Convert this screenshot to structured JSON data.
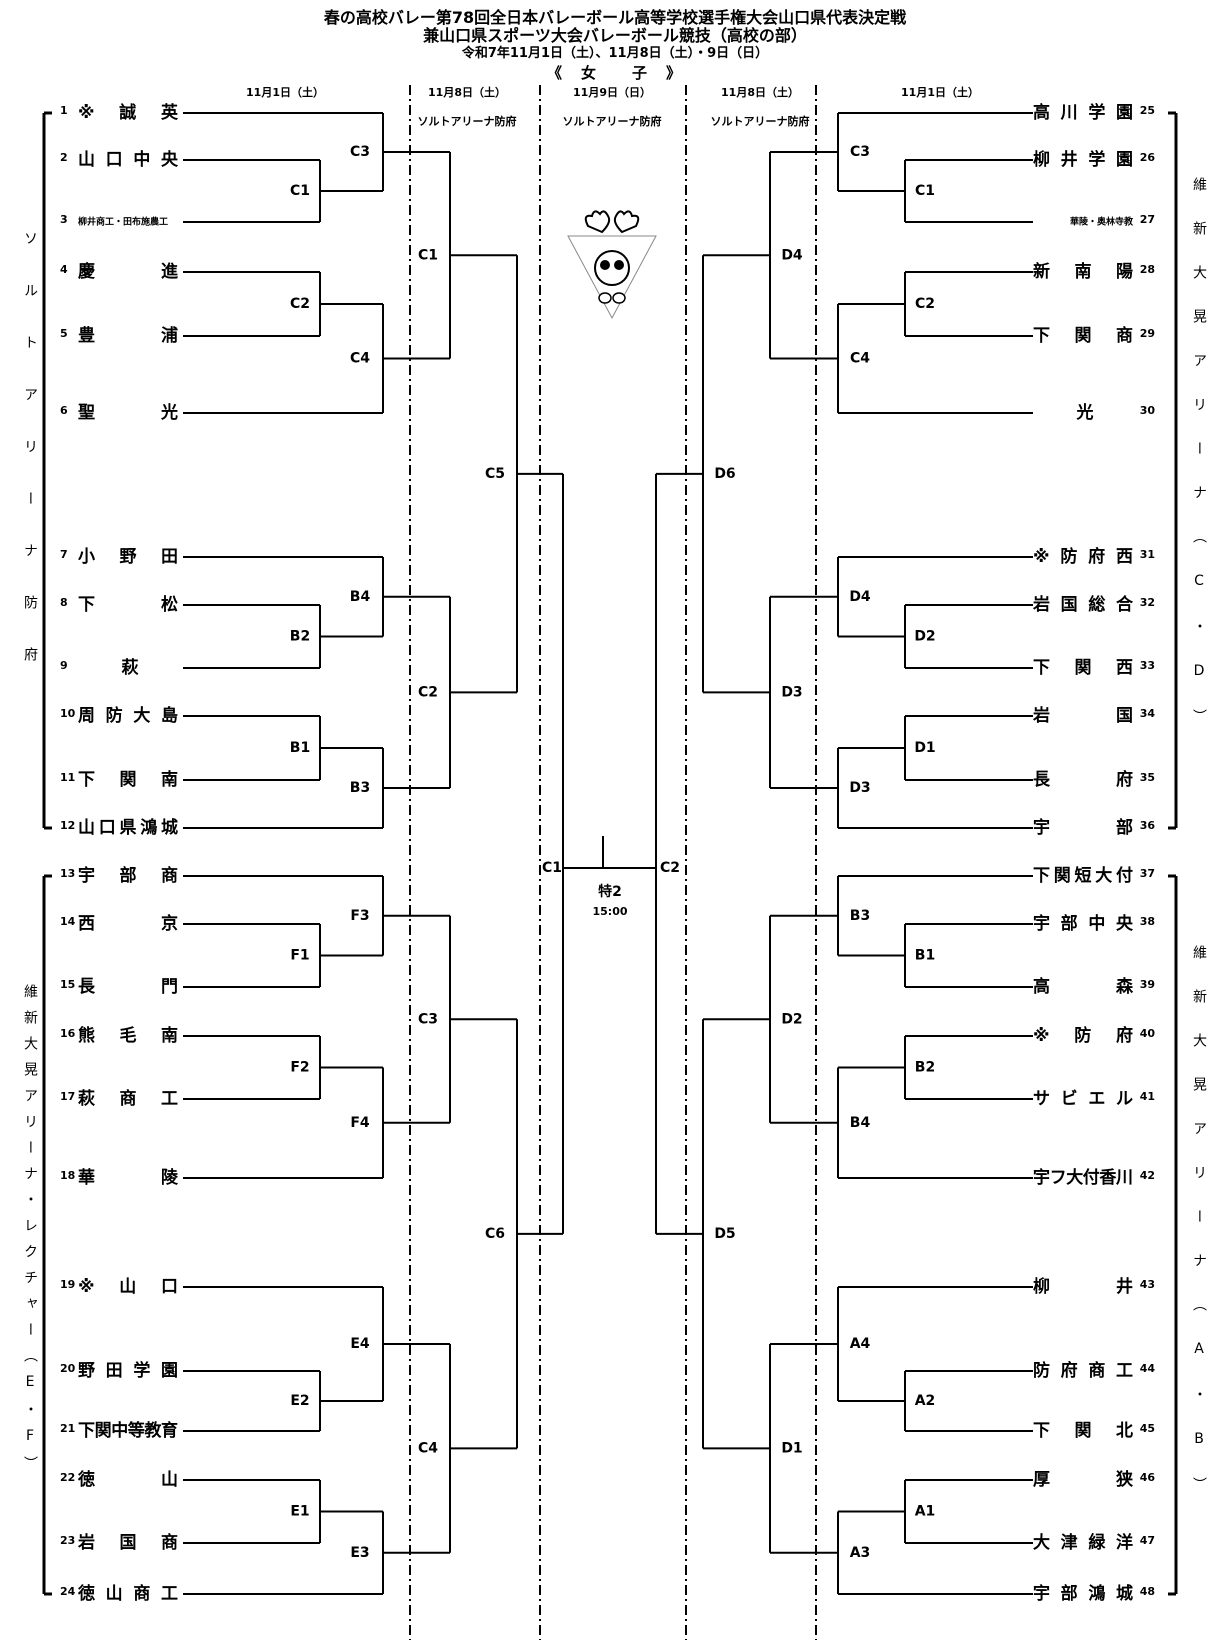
{
  "header": {
    "title_line1": "春の高校バレー第78回全日本バレーボール高等学校選手権大会山口県代表決定戦",
    "title_line2": "兼山口県スポーツ大会バレーボール競技（高校の部）",
    "dates": "令和7年11月1日（土）、11月8日（土）・9日（日）",
    "division": "《　女　　子　》"
  },
  "columns": [
    {
      "date": "11月1日（土）",
      "venue": ""
    },
    {
      "date": "11月8日（土）",
      "venue": "ソルトアリーナ防府"
    },
    {
      "date": "11月9日（日）",
      "venue": "ソルトアリーナ防府"
    },
    {
      "date": "11月8日（土）",
      "venue": "ソルトアリーナ防府"
    },
    {
      "date": "11月1日（土）",
      "venue": ""
    }
  ],
  "venues": {
    "left_top": "ソルトアリーナ防府",
    "left_bottom": "維新大晃アリーナ・レクチャー（E・F）",
    "right_top": "維新大晃アリーナ（C・D）",
    "right_bottom": "維新大晃アリーナ（A・B）"
  },
  "teams_left": [
    {
      "num": "1",
      "name": "※　誠　英"
    },
    {
      "num": "2",
      "name": "山 口 中 央"
    },
    {
      "num": "3",
      "name": "柳井商工・田布施農工",
      "small": true
    },
    {
      "num": "4",
      "name": "慶　　　進"
    },
    {
      "num": "5",
      "name": "豊　　　浦"
    },
    {
      "num": "6",
      "name": "聖　　　光"
    },
    {
      "num": "7",
      "name": "小　野　田"
    },
    {
      "num": "8",
      "name": "下　　　松"
    },
    {
      "num": "9",
      "name": "萩"
    },
    {
      "num": "10",
      "name": "周 防 大 島"
    },
    {
      "num": "11",
      "name": "下　関　南"
    },
    {
      "num": "12",
      "name": "山口県鴻城"
    },
    {
      "num": "13",
      "name": "宇　部　商"
    },
    {
      "num": "14",
      "name": "西　　　京"
    },
    {
      "num": "15",
      "name": "長　　　門"
    },
    {
      "num": "16",
      "name": "熊　毛　南"
    },
    {
      "num": "17",
      "name": "萩　商　工"
    },
    {
      "num": "18",
      "name": "華　　　陵"
    },
    {
      "num": "19",
      "name": "※　山　口"
    },
    {
      "num": "20",
      "name": "野 田 学 園"
    },
    {
      "num": "21",
      "name": "下関中等教育"
    },
    {
      "num": "22",
      "name": "徳　　　山"
    },
    {
      "num": "23",
      "name": "岩　国　商"
    },
    {
      "num": "24",
      "name": "徳 山 商 工"
    }
  ],
  "teams_right": [
    {
      "num": "25",
      "name": "高 川 学 園"
    },
    {
      "num": "26",
      "name": "柳 井 学 園"
    },
    {
      "num": "27",
      "name": "華陵・奥林寺教",
      "small": true
    },
    {
      "num": "28",
      "name": "新　南　陽"
    },
    {
      "num": "29",
      "name": "下　関　商"
    },
    {
      "num": "30",
      "name": "光"
    },
    {
      "num": "31",
      "name": "※ 防 府 西"
    },
    {
      "num": "32",
      "name": "岩 国 総 合"
    },
    {
      "num": "33",
      "name": "下　関　西"
    },
    {
      "num": "34",
      "name": "岩　　　国"
    },
    {
      "num": "35",
      "name": "長　　　府"
    },
    {
      "num": "36",
      "name": "宇　　　部"
    },
    {
      "num": "37",
      "name": "下関短大付"
    },
    {
      "num": "38",
      "name": "宇 部 中 央"
    },
    {
      "num": "39",
      "name": "高　　　森"
    },
    {
      "num": "40",
      "name": "※　防　府"
    },
    {
      "num": "41",
      "name": "サ ビ エ ル"
    },
    {
      "num": "42",
      "name": "宇フ大付香川"
    },
    {
      "num": "43",
      "name": "柳　　　井"
    },
    {
      "num": "44",
      "name": "防 府 商 工"
    },
    {
      "num": "45",
      "name": "下　関　北"
    },
    {
      "num": "46",
      "name": "厚　　　狭"
    },
    {
      "num": "47",
      "name": "大 津 緑 洋"
    },
    {
      "num": "48",
      "name": "宇 部 鴻 城"
    }
  ],
  "match_labels": {
    "left_r1": [
      "C1",
      "C2",
      "B2",
      "B1",
      "F1",
      "F2",
      "E2",
      "E1"
    ],
    "left_r2": [
      "C3",
      "C4",
      "B4",
      "B3",
      "F3",
      "F4",
      "E4",
      "E3"
    ],
    "left_r3": [
      "C1",
      "C2",
      "C3",
      "C4"
    ],
    "left_r4": [
      "C5",
      "C6"
    ],
    "right_r1": [
      "C1",
      "C2",
      "D2",
      "D1",
      "B1",
      "B2",
      "A2",
      "A1"
    ],
    "right_r2": [
      "C3",
      "C4",
      "D4",
      "D3",
      "B3",
      "B4",
      "A4",
      "A3"
    ],
    "right_r3": [
      "D4",
      "D3",
      "D2",
      "D1"
    ],
    "right_r4": [
      "D6",
      "D5"
    ],
    "final_left": "C1",
    "final_right": "C2"
  },
  "final": {
    "court": "特2",
    "time": "15:00"
  }
}
